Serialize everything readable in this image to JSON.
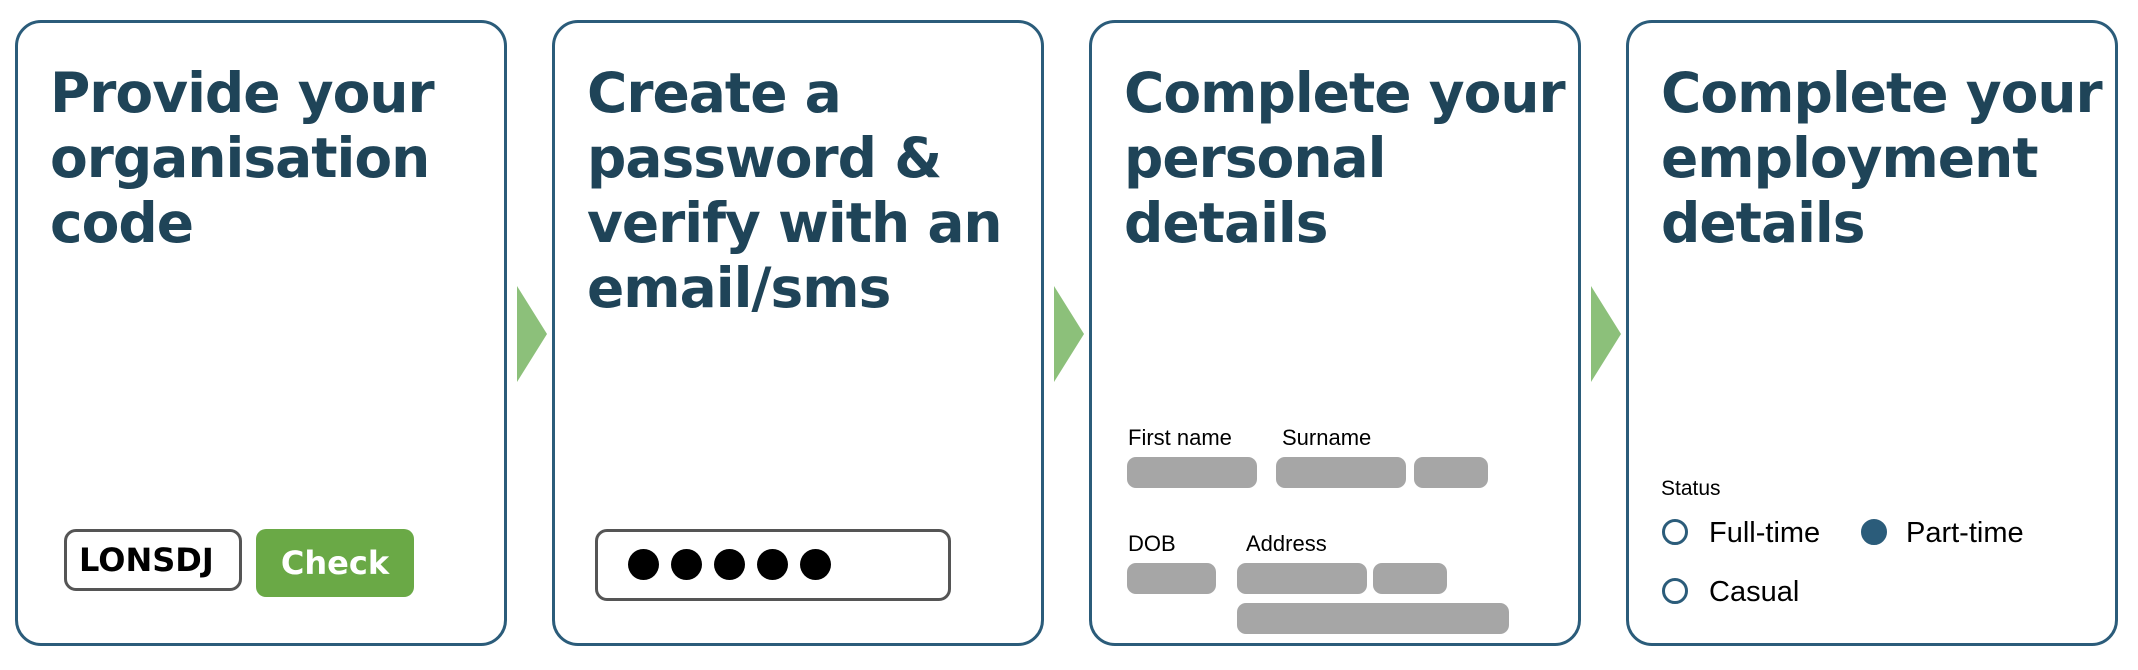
{
  "steps": [
    {
      "title_lines": [
        "Provide your",
        "organisation",
        "code"
      ],
      "code_value": "LONSDJ",
      "check_label": "Check"
    },
    {
      "title_lines": [
        "Create a",
        "password &",
        "verify with an",
        "email/sms"
      ],
      "password_dots": 5
    },
    {
      "title_lines": [
        "Complete your",
        "personal",
        "details"
      ],
      "first_name_label": "First name",
      "surname_label": "Surname",
      "dob_label": "DOB",
      "address_label": "Address"
    },
    {
      "title_lines": [
        "Complete your",
        "employment",
        "details"
      ],
      "status_label": "Status",
      "options": [
        {
          "label": "Full-time",
          "selected": false
        },
        {
          "label": "Part-time",
          "selected": true
        },
        {
          "label": "Casual",
          "selected": false
        }
      ]
    }
  ],
  "colors": {
    "border": "#2b5c7a",
    "title": "#1f4458",
    "arrow": "#8cc07a",
    "check_button": "#6aa946",
    "placeholder_pill": "#a6a6a6"
  }
}
